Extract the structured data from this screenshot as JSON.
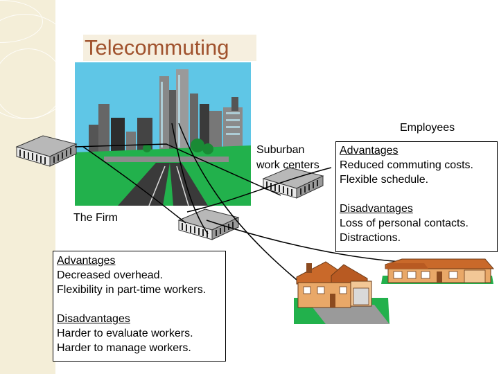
{
  "slide": {
    "title": "Telecommuting"
  },
  "labels": {
    "employees": "Employees",
    "suburban_line1": "Suburban",
    "suburban_line2": "work centers",
    "the_firm": "The Firm"
  },
  "employee_box": {
    "advantages_heading": "Advantages",
    "advantages": [
      "Reduced commuting costs.",
      "Flexible schedule."
    ],
    "disadvantages_heading": "Disadvantages",
    "disadvantages": [
      "Loss of personal contacts.",
      "Distractions."
    ]
  },
  "firm_box": {
    "advantages_heading": "Advantages",
    "advantages": [
      "Decreased overhead.",
      "Flexibility in part-time workers."
    ],
    "disadvantages_heading": "Disadvantages",
    "disadvantages": [
      "Harder to evaluate workers.",
      "Harder to manage workers."
    ]
  },
  "colors": {
    "title": "#a0522d",
    "sky": "#5fc6e6",
    "grass": "#22b14c",
    "road": "#3a3a3a",
    "roof": "#d2691e"
  },
  "icons": [
    "city-skyline-clipart",
    "office-building-icon",
    "ranch-house-icon",
    "two-story-house-icon"
  ]
}
